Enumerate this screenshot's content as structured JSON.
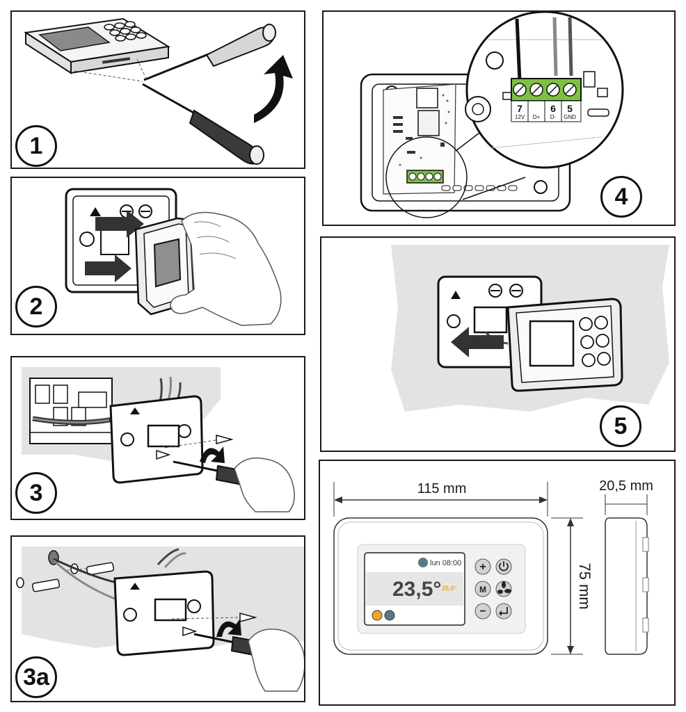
{
  "steps": {
    "s1": "1",
    "s2": "2",
    "s3": "3",
    "s3a": "3a",
    "s4": "4",
    "s5": "5"
  },
  "terminals": [
    {
      "num": "7",
      "label": "12V"
    },
    {
      "num": "",
      "label": "D+"
    },
    {
      "num": "6",
      "label": "D-"
    },
    {
      "num": "5",
      "label": "GND"
    }
  ],
  "dimensions": {
    "width": "115 mm",
    "height": "75 mm",
    "depth": "20,5 mm"
  },
  "display": {
    "day_time": "lun 08:00",
    "temperature": "23,5°",
    "setpoint": "25,0°"
  },
  "buttons": {
    "plus": "+",
    "mode": "M",
    "minus": "−"
  },
  "colors": {
    "terminal_green": "#7dc142",
    "setpoint_orange": "#f5a623",
    "panel_border": "#1a1a1a",
    "wall_gray": "#e3e3e3",
    "screen_gray": "#8f8f8f"
  }
}
